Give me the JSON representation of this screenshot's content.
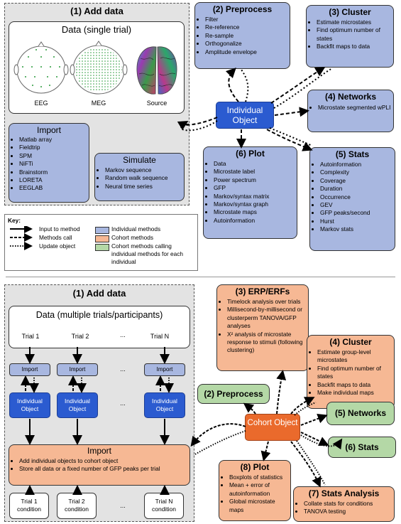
{
  "top": {
    "add_data_title": "(1) Add data",
    "data_title": "Data (single trial)",
    "eeg_label": "EEG",
    "meg_label": "MEG",
    "source_label": "Source",
    "import_title": "Import",
    "import_items": [
      "Matlab array",
      "Fieldtrip",
      "SPM",
      "NiFTi",
      "Brainstorm",
      "LORETA",
      "EEGLAB"
    ],
    "simulate_title": "Simulate",
    "simulate_items": [
      "Markov sequence",
      "Random walk sequence",
      "Neural time series"
    ],
    "preprocess_title": "(2) Preprocess",
    "preprocess_items": [
      "Filter",
      "Re-reference",
      "Re-sample",
      "Orthogonalize",
      "Amplitude envelope"
    ],
    "cluster_title": "(3) Cluster",
    "cluster_items": [
      "Estimate microstates",
      "Find optimum number of states",
      "Backfit maps to data"
    ],
    "networks_title": "(4) Networks",
    "networks_items": [
      "Microstate segmented wPLI"
    ],
    "individual_object": "Individual Object",
    "plot_title": "(6) Plot",
    "plot_items": [
      "Data",
      "Microstate label",
      "Power spectrum",
      "GFP",
      "Markov/syntax matrix",
      "Markov/syntax graph",
      "Microstate maps",
      "Autoinformation"
    ],
    "stats_title": "(5) Stats",
    "stats_items": [
      "Autoinformation",
      "Complexity",
      "Coverage",
      "Duration",
      "Occurrence",
      "GEV",
      "GFP peaks/second",
      "Hurst",
      "Markov stats"
    ]
  },
  "key": {
    "title": "Key:",
    "input": "Input to method",
    "methods_call": "Methods call",
    "update": "Update object",
    "individual_methods": "Individual methods",
    "cohort_methods": "Cohort methods",
    "cohort_calling": "Cohort methods calling individual methods for each individual",
    "colors": {
      "individual": "#a8b7e0",
      "cohort": "#f6b894",
      "calling": "#b4d8a6"
    }
  },
  "bottom": {
    "add_data_title": "(1) Add data",
    "data_title": "Data (multiple trials/participants)",
    "trial1": "Trial 1",
    "trial2": "Trial 2",
    "ellipsis": "...",
    "trialN": "Trial N",
    "import_small": "Import",
    "individual_object": "Individual Object",
    "import_title": "Import",
    "import_items": [
      "Add individual objects to cohort object",
      "Store all data or a fixed number of GFP peaks per trial"
    ],
    "cond1": "Trial 1 condition",
    "cond2": "Trial 2 condition",
    "condN": "Trial N condition",
    "erp_title": "(3) ERP/ERFs",
    "erp_items": [
      "Timelock analysis over trials",
      "Millisecond-by-millisecond or clusterperm TANOVA/GFP analyses",
      "X² analysis of microstate response to stimuli (following clustering)"
    ],
    "cluster_title": "(4) Cluster",
    "cluster_items": [
      "Estimate group-level microstates",
      "Find optimum number of states",
      "Backfit maps to data",
      "Make individual maps"
    ],
    "preprocess_title": "(2) Preprocess",
    "networks_title": "(5) Networks",
    "cohort_object": "Cohort Object",
    "stats_title": "(6) Stats",
    "plot_title": "(8) Plot",
    "plot_items": [
      "Boxplots of statistics",
      "Mean + error of autoinformation",
      "Global microstate maps"
    ],
    "stats_analysis_title": "(7) Stats Analysis",
    "stats_analysis_items": [
      "Collate stats for conditions",
      "TANOVA testing"
    ]
  },
  "colors": {
    "object_blue": "#2b5bd0",
    "object_orange": "#ea6a2c"
  },
  "icons": [
    "eeg-head-icon",
    "meg-head-icon",
    "source-brain-icon"
  ]
}
